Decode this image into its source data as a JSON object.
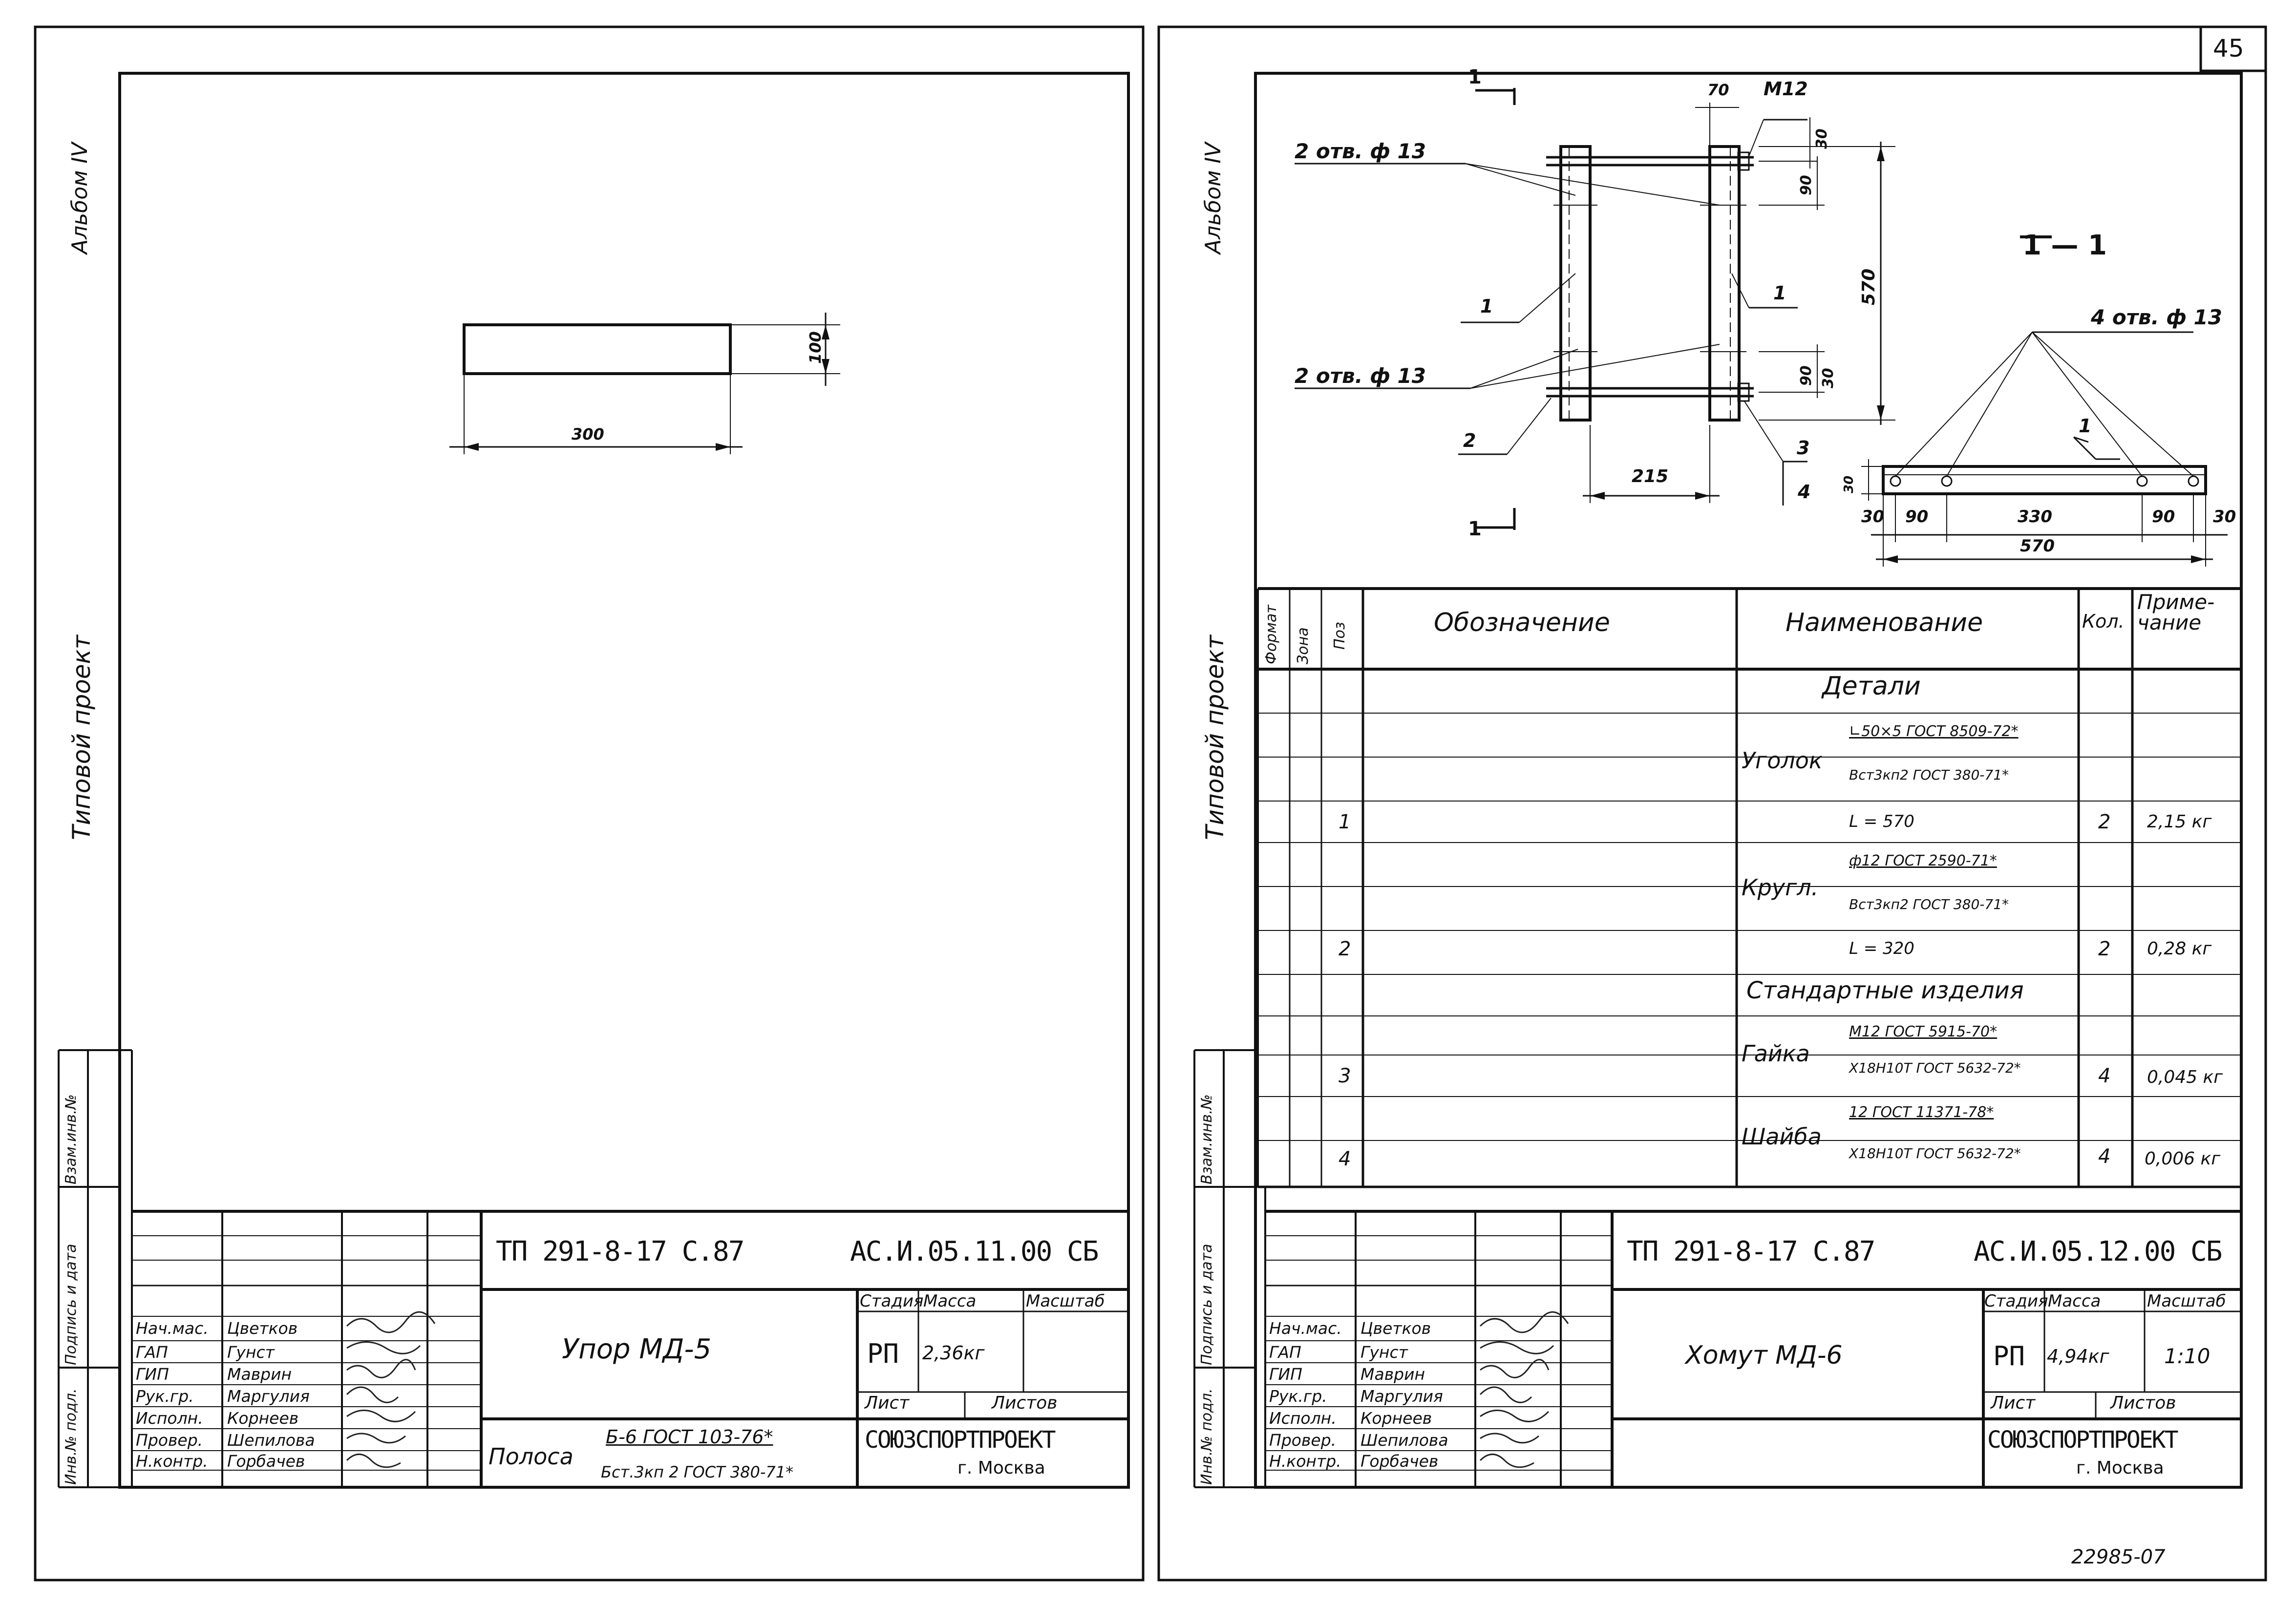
{
  "sheet_number": "45",
  "archive_number": "22985-07",
  "side_labels": {
    "album": "Альбом IV",
    "project": "Типовой проект",
    "vzam_inv": "Взам.инв.№",
    "podpis_data": "Подпись и дата",
    "inv_podl": "Инв.№ подл."
  },
  "staff_roles": [
    "Нач.мас.",
    "ГАП",
    "ГИП",
    "Рук.гр.",
    "Исполн.",
    "Провер.",
    "Н.контр."
  ],
  "staff_names": [
    "Цветков",
    "Гунст",
    "Маврин",
    "Маргулия",
    "Корнеев",
    "Шепилова",
    "Горбачев"
  ],
  "left_sheet": {
    "drawing": {
      "dim_width": "300",
      "dim_height": "100"
    },
    "title_block": {
      "project_code": "ТП 291-8-17 С.87",
      "doc_code": "АС.И.05.11.00 СБ",
      "item_name": "Упор МД-5",
      "material_label": "Полоса",
      "material_top": "Б-6 ГОСТ 103-76*",
      "material_bottom": "Бст.3кп 2 ГОСТ 380-71*",
      "stage_header": "Стадия",
      "mass_header": "Масса",
      "scale_header": "Масштаб",
      "stage": "РП",
      "mass": "2,36кг",
      "scale": "",
      "sheet_label": "Лист",
      "sheets_label": "Листов",
      "org": "СОЮЗСПОРТПРОЕКТ",
      "city": "г. Москва"
    }
  },
  "right_sheet": {
    "drawing": {
      "holes_top": "2 отв. ф 13",
      "holes_bottom": "2 отв. ф 13",
      "holes_section": "4 отв. ф 13",
      "section_label": "1 — 1",
      "cut_mark": "1",
      "dims": {
        "d70": "70",
        "bolt": "М12",
        "d30a": "30",
        "d90a": "90",
        "d570v": "570",
        "d90b": "90",
        "d30b": "30",
        "d215": "215",
        "d30s": "30",
        "chain": [
          "30",
          "90",
          "330",
          "90",
          "30"
        ],
        "total": "570"
      },
      "callouts": [
        "1",
        "1",
        "2",
        "3",
        "4",
        "1"
      ]
    },
    "spec": {
      "headers": {
        "format": "Формат",
        "zone": "Зона",
        "pos": "Поз",
        "designation": "Обозначение",
        "name": "Наименование",
        "qty": "Кол.",
        "note": "Приме-чание"
      },
      "section_details": "Детали",
      "section_standard": "Стандартные изделия",
      "items": [
        {
          "label": "Уголок",
          "spec_top": "∟50×5 ГОСТ 8509-72*",
          "spec_bottom": "Вст3кп2 ГОСТ 380-71*",
          "pos": "1",
          "length": "L = 570",
          "qty": "2",
          "note": "2,15 кг"
        },
        {
          "label": "Кругл.",
          "spec_top": "ф12 ГОСТ 2590-71*",
          "spec_bottom": "Вст3кп2 ГОСТ 380-71*",
          "pos": "2",
          "length": "L = 320",
          "qty": "2",
          "note": "0,28 кг"
        },
        {
          "label": "Гайка",
          "spec_top": "М12 ГОСТ 5915-70*",
          "spec_bottom": "Х18Н10Т ГОСТ 5632-72*",
          "pos": "3",
          "length": "",
          "qty": "4",
          "note": "0,045 кг"
        },
        {
          "label": "Шайба",
          "spec_top": "12 ГОСТ 11371-78*",
          "spec_bottom": "Х18Н10Т ГОСТ 5632-72*",
          "pos": "4",
          "length": "",
          "qty": "4",
          "note": "0,006 кг"
        }
      ]
    },
    "title_block": {
      "project_code": "ТП 291-8-17 С.87",
      "doc_code": "АС.И.05.12.00 СБ",
      "item_name": "Хомут МД-6",
      "stage_header": "Стадия",
      "mass_header": "Масса",
      "scale_header": "Масштаб",
      "stage": "РП",
      "mass": "4,94кг",
      "scale": "1:10",
      "sheet_label": "Лист",
      "sheets_label": "Листов",
      "org": "СОЮЗСПОРТПРОЕКТ",
      "city": "г. Москва"
    }
  }
}
